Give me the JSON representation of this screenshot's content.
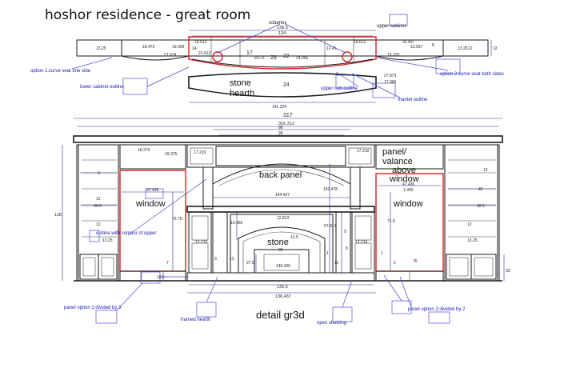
{
  "title": "hoshor   residence  - great   room",
  "top_plan": {
    "overall_dims": [
      "138.5",
      "134"
    ],
    "dims": [
      "13.25",
      "18.473",
      "19.059",
      "18.612",
      "21.674",
      "14",
      "21.612",
      "8.572",
      "17",
      "28",
      "22",
      "24.995",
      "12.45",
      "16.612",
      "13.937",
      "32.437",
      "8",
      "12",
      "13.25",
      "15.375",
      "27.873",
      "17.966",
      "12",
      "24",
      "141.224"
    ],
    "labels": {
      "columns": "columns",
      "upper_cabinet": "upper cabinet",
      "stone_hearth": [
        "stone",
        "hearth"
      ],
      "option1": "option  1:curve  seat  one  side",
      "option2": "option  2:curve  seat  both  sides",
      "lower_cabinet_outline": "lower  cabinet  outline",
      "upper_cab_outline": "upper cab.outline",
      "mantel_outline": "mantel  outline"
    }
  },
  "elevation": {
    "overall_dims": [
      "317",
      "316.312",
      "98",
      "90"
    ],
    "vertical_dims": [
      "118",
      "75.75",
      "57.813",
      "102.478",
      "32",
      "71.5",
      "19.465",
      "27.5"
    ],
    "dims": [
      "18.375",
      "19.375",
      "17.219",
      "17.219",
      "3",
      "12",
      "34.5",
      "12",
      "13.25",
      "47.436",
      "144.437",
      "12.813",
      "13.5",
      "12.219",
      "12.219",
      "13",
      "9",
      "8",
      "36",
      "140.426",
      "11",
      "3",
      "7",
      "18.5",
      "12",
      "42",
      "42.5",
      "12",
      "13.25",
      "47.436",
      "1.360",
      "2",
      "75",
      "1",
      "1",
      "135.5",
      "136.437"
    ],
    "labels": {
      "back_panel": "back panel",
      "panel_valance": [
        "panel/",
        "valance",
        "above",
        "window"
      ],
      "window_left": "window",
      "window_right": "window",
      "stone": "stone",
      "outline_note": "outline with contour   of  upper",
      "panel_option1": "panel  option  1:divided by 3",
      "panel_option2": "panel  option  2:divided by 2",
      "framed_hearth": "framed  hearth",
      "open_shelving": "open shelving",
      "detail_tag": "detail gr3d"
    }
  }
}
